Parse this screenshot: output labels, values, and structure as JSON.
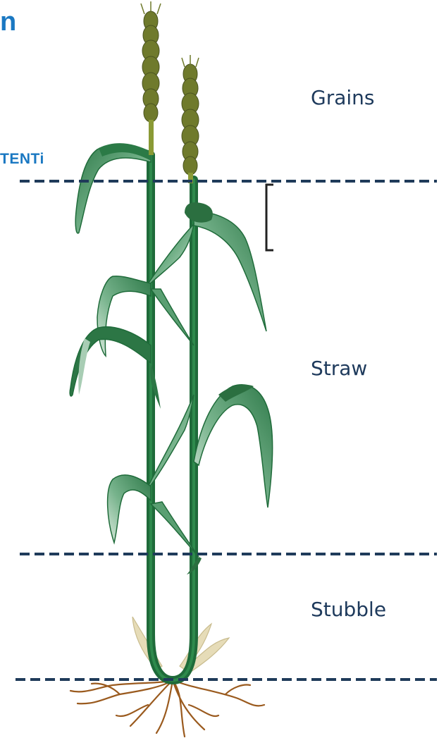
{
  "header": {
    "title_fragment": "n",
    "tag_fragment": "TENTi"
  },
  "labels": {
    "grains": "Grains",
    "straw": "Straw",
    "stubble": "Stubble"
  },
  "colors": {
    "title_blue": "#1a78c2",
    "label_navy": "#1e3a5c",
    "divider": "#1f3b5a",
    "stem_green": "#1f6b3a",
    "leaf_green": "#4f9a6a",
    "spike_olive": "#6f7a2c",
    "root_brown": "#9a5a1e",
    "dry_leaf": "#e6dcb8"
  }
}
